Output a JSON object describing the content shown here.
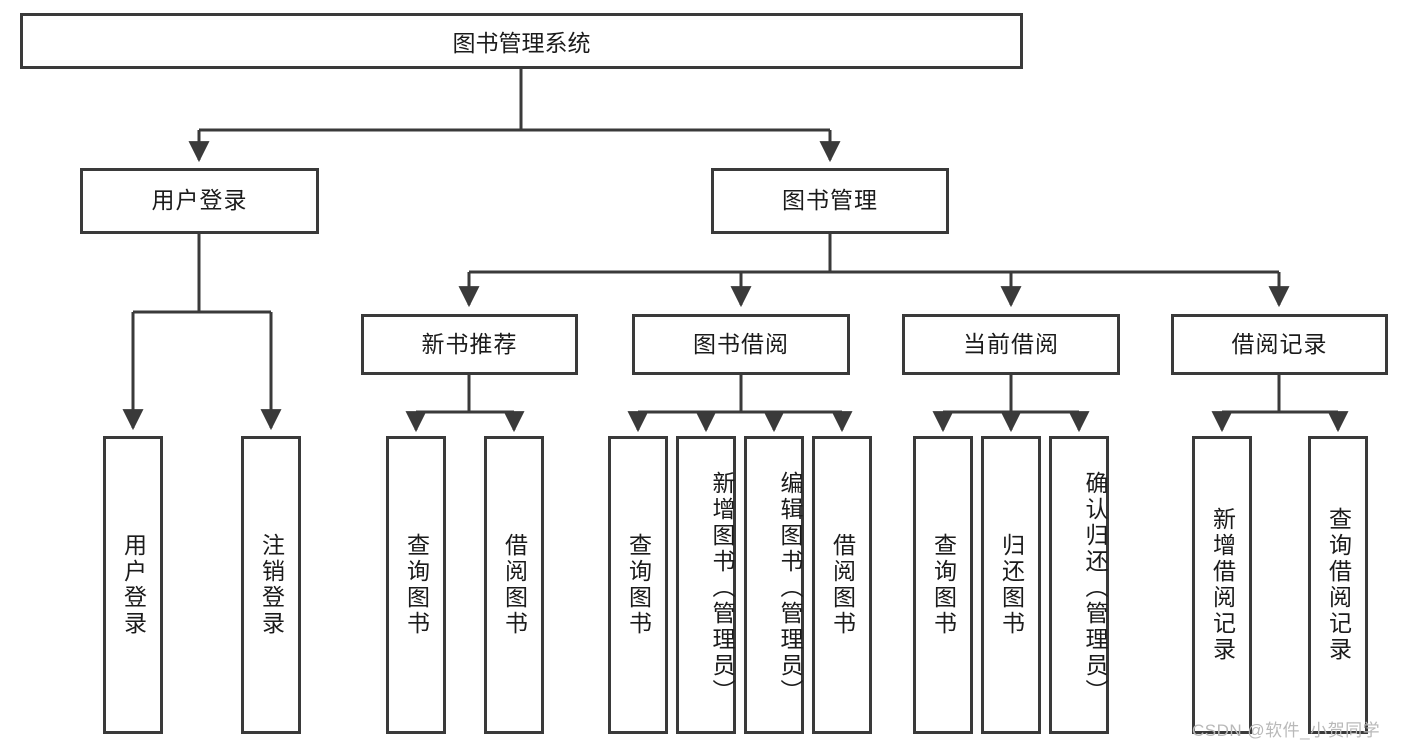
{
  "diagram": {
    "title": "图书管理系统",
    "type": "hierarchy-tree",
    "watermark": "CSDN @软件_小贺同学",
    "colors": {
      "stroke": "#3a3a3a",
      "fill": "#ffffff",
      "text": "#1b1b1b",
      "watermark": "#b9b9b9"
    },
    "nodes": {
      "root": {
        "label": "图书管理系统"
      },
      "level2": [
        {
          "id": "user-login",
          "label": "用户登录"
        },
        {
          "id": "book-manage",
          "label": "图书管理"
        }
      ],
      "level3": [
        {
          "id": "new-book-recommend",
          "label": "新书推荐"
        },
        {
          "id": "book-borrow",
          "label": "图书借阅"
        },
        {
          "id": "current-borrow",
          "label": "当前借阅"
        },
        {
          "id": "borrow-record",
          "label": "借阅记录"
        }
      ],
      "leaves": {
        "user_login": [
          {
            "id": "leaf-user-login",
            "label": "用户登录"
          },
          {
            "id": "leaf-logout",
            "label": "注销登录"
          }
        ],
        "new_book_recommend": [
          {
            "id": "leaf-query-book-1",
            "label": "查询图书"
          },
          {
            "id": "leaf-borrow-book-1",
            "label": "借阅图书"
          }
        ],
        "book_borrow": [
          {
            "id": "leaf-query-book-2",
            "label": "查询图书"
          },
          {
            "id": "leaf-add-book",
            "label": "新增图书（管理员）"
          },
          {
            "id": "leaf-edit-book",
            "label": "编辑图书（管理员）"
          },
          {
            "id": "leaf-borrow-book-2",
            "label": "借阅图书"
          }
        ],
        "current_borrow": [
          {
            "id": "leaf-query-book-3",
            "label": "查询图书"
          },
          {
            "id": "leaf-return-book",
            "label": "归还图书"
          },
          {
            "id": "leaf-confirm-return",
            "label": "确认归还（管理员）"
          }
        ],
        "borrow_record": [
          {
            "id": "leaf-add-record",
            "label": "新增借阅记录"
          },
          {
            "id": "leaf-query-record",
            "label": "查询借阅记录"
          }
        ]
      }
    }
  }
}
